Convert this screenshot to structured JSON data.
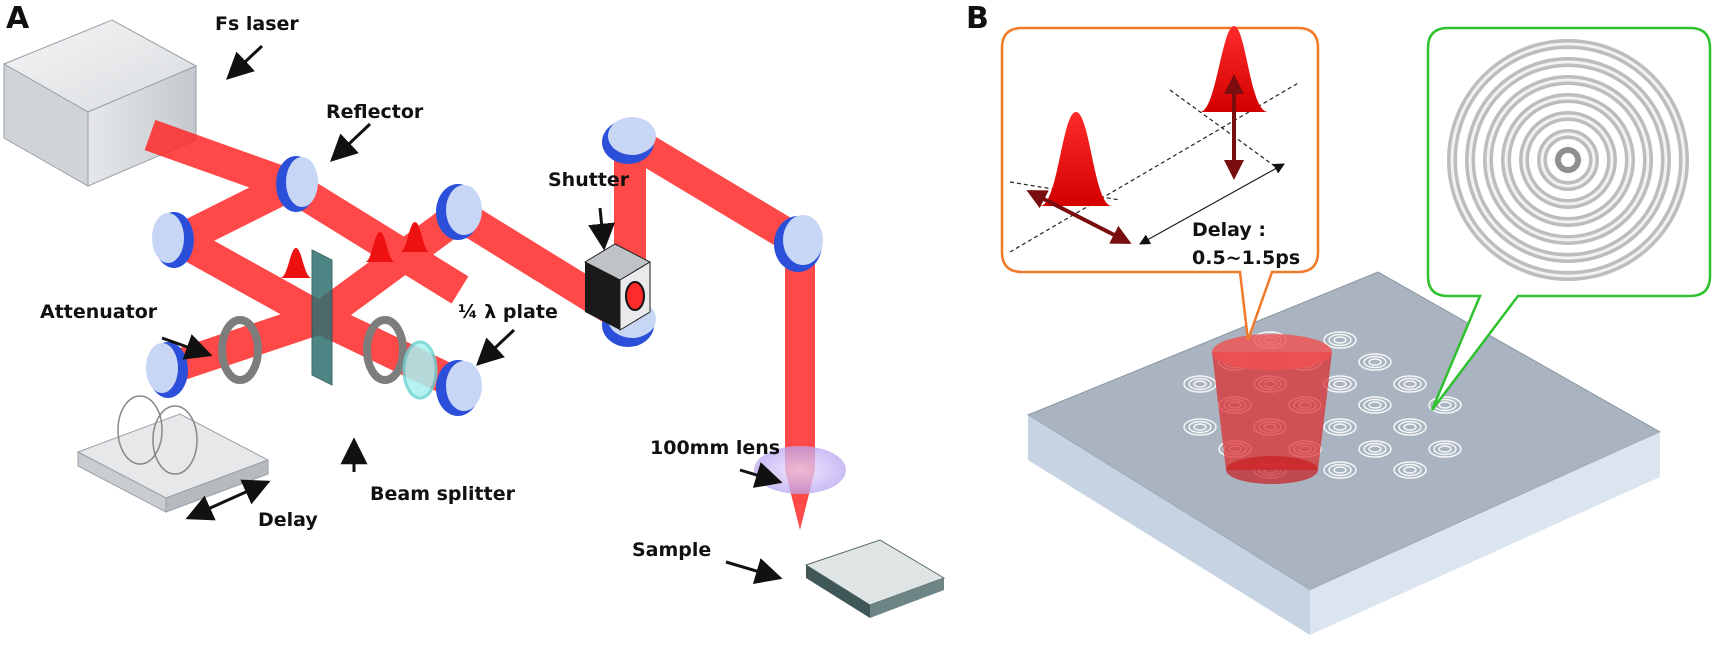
{
  "panels": {
    "a": {
      "letter": "A"
    },
    "b": {
      "letter": "B"
    }
  },
  "labels": {
    "fs_laser": "Fs laser",
    "reflector": "Reflector",
    "attenuator": "Attenuator",
    "shutter": "Shutter",
    "quarter_plate": "¼ λ plate",
    "beam_splitter": "Beam splitter",
    "delay": "Delay",
    "lens": "100mm lens",
    "sample": "Sample",
    "delay_title": "Delay :",
    "delay_range": "0.5~1.5ps"
  },
  "colors": {
    "beam": "#ff2a2a",
    "mirror_edge": "#2b4fd8",
    "mirror_face": "#c8d6f5",
    "callout_orange": "#f07a2a",
    "callout_green": "#2fc12f",
    "substrate": "#a9b4c0",
    "pulse": "#ee1111",
    "arrow_dark": "#7a0d0d"
  }
}
